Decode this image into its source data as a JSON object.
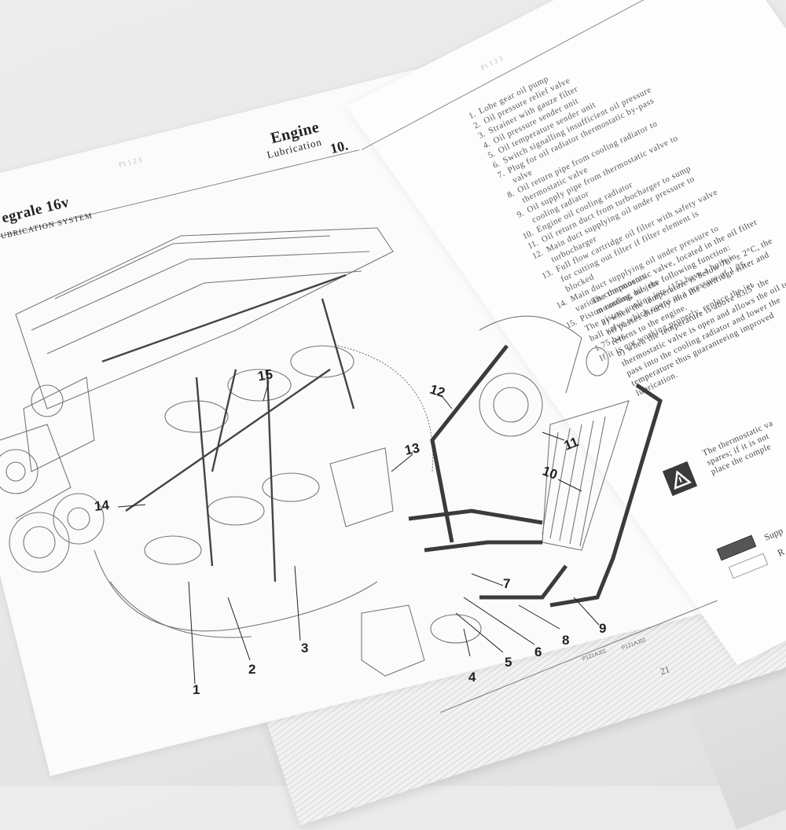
{
  "document": {
    "type": "Workshop service manual (open book photo)",
    "left_page": {
      "model_title": "egrale 16v",
      "section_heading": "UBRICATION SYSTEM",
      "running_head": "P1 1 2 3"
    },
    "right_page": {
      "chapter_title": "Engine",
      "chapter_subtitle": "Lubrication",
      "chapter_number": "10.",
      "running_head": "P1 1 2 3",
      "page_number": "21"
    }
  },
  "legend": {
    "items": [
      {
        "num": "1.",
        "text": "Lobe gear oil pump"
      },
      {
        "num": "2.",
        "text": "Oil pressure relief valve"
      },
      {
        "num": "3.",
        "text": "Strainer with gauze filter"
      },
      {
        "num": "4.",
        "text": "Oil pressure sender unit"
      },
      {
        "num": "5.",
        "text": "Oil temperature sender unit"
      },
      {
        "num": "6.",
        "text": "Switch signalling insufficient oil pressure"
      },
      {
        "num": "7.",
        "text": "Plug for oil radiator thermostatic by-pass valve"
      },
      {
        "num": "8.",
        "text": "Oil return pipe from cooling radiator to thermostatic valve"
      },
      {
        "num": "9.",
        "text": "Oil supply pipe from thermostatic valve to cooling radiator"
      },
      {
        "num": "10.",
        "text": "Engine oil cooling radiator"
      },
      {
        "num": "11.",
        "text": "Oil return duct from turbocharger to sump"
      },
      {
        "num": "12.",
        "text": "Main duct supplying oil under pressure to turbocharger"
      },
      {
        "num": "13.",
        "text": "Full flow cartridge oil filter with safety valve for cutting out filter if filter element is blocked"
      },
      {
        "num": "14.",
        "text": "Main duct supplying oil under pressure to various components"
      },
      {
        "num": "15.",
        "text": "Piston cooling oil jets"
      }
    ]
  },
  "notes": {
    "jets_note": "The piston cooling jets (15) have a built in ball valve which opens at a pressure of 1.25 - 1.75 bar.",
    "jets_note2": "If it is not working properly, replace the jet",
    "thermo_intro": "The thermostatic valve, located in the oil filter mounting, has the following function:",
    "thermo_a": "a) when the temperature is below 78° ± 2°C, the oil passes directly into the cartridge filter and returns to the engine.",
    "thermo_b": "b) when the temperature is above 83,5° the thermostatic valve is open and allows the oil to pass into the cooling radiator and lower the temperature thus guaranteeing improved lubrication."
  },
  "warning": {
    "icon": "warning-triangle-icon",
    "text_line1": "The thermostatic va",
    "text_line2": "spares; if it is not",
    "text_line3": "place the comple"
  },
  "key": {
    "supply_label": "Supp",
    "return_label": "R",
    "supply_color": "#555555",
    "return_color": "#ffffff"
  },
  "diagram": {
    "figure_codes": [
      "P121AJ01",
      "P121AJ02"
    ],
    "callouts": [
      "1",
      "2",
      "3",
      "4",
      "5",
      "6",
      "7",
      "8",
      "9",
      "10",
      "11",
      "12",
      "13",
      "14",
      "15"
    ]
  }
}
